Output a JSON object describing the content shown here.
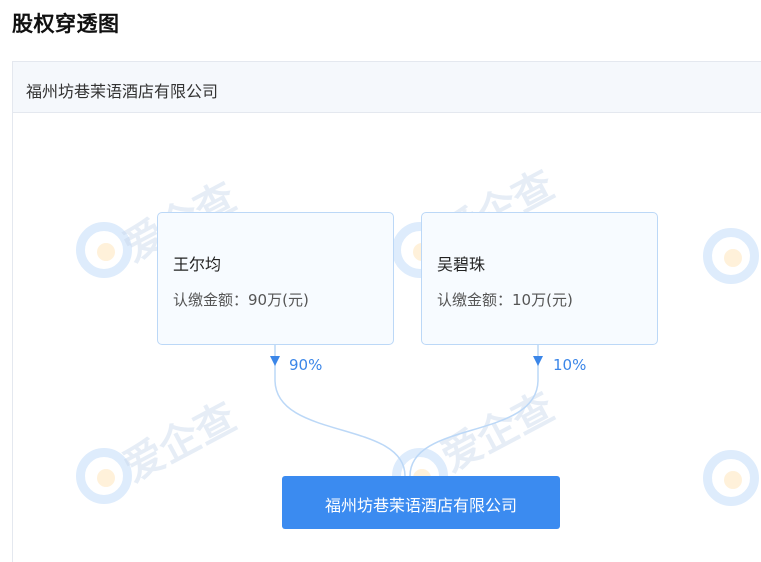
{
  "page_title": "股权穿透图",
  "header": {
    "company_name": "福州坊巷茉语酒店有限公司"
  },
  "watermark_text": "爱企查",
  "shareholders": [
    {
      "name": "王尔均",
      "amount": "认缴金额：90万(元)",
      "percent": "90%"
    },
    {
      "name": "吴碧珠",
      "amount": "认缴金额：10万(元)",
      "percent": "10%"
    }
  ],
  "target": {
    "name": "福州坊巷茉语酒店有限公司"
  },
  "colors": {
    "accent": "#3b8bf0",
    "card_border": "#bcd8f7",
    "card_bg": "#f7fbff",
    "link_line": "#bcd8f7",
    "percent_text": "#3b86e8"
  }
}
